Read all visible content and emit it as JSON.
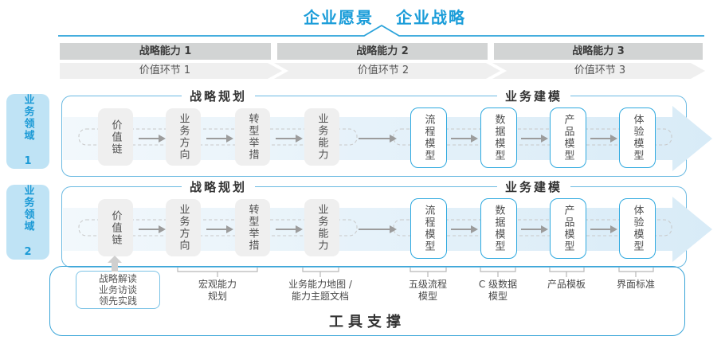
{
  "title": {
    "vision": "企业愿景",
    "strategy": "企业战略"
  },
  "strategic_capabilities": [
    "战略能力 1",
    "战略能力 2",
    "战略能力 3"
  ],
  "value_links": [
    "价值环节 1",
    "价值环节 2",
    "价值环节 3"
  ],
  "business_domains": [
    "业务领域 1",
    "业务领域 2"
  ],
  "rows": {
    "planning_title": "战略规划",
    "modeling_title": "业务建模",
    "planning_boxes": [
      "价值链",
      "业务方向",
      "转型举措",
      "业务能力"
    ],
    "modeling_boxes": [
      "流程模型",
      "数据模型",
      "产品模型",
      "体验模型"
    ]
  },
  "annotations": {
    "inputs_lines": [
      "战略解读",
      "业务访谈",
      "领先实践"
    ],
    "notes": [
      {
        "line1": "宏观能力",
        "line2": "规划"
      },
      {
        "line1": "业务能力地图 /",
        "line2": "能力主题文档"
      },
      {
        "line1": "五级流程",
        "line2": "模型"
      },
      {
        "line1": "C 级数据",
        "line2": "模型"
      },
      {
        "line1": "产品模板",
        "line2": ""
      },
      {
        "line1": "界面标准",
        "line2": ""
      }
    ]
  },
  "footer": {
    "label": "工具支撑"
  },
  "colors": {
    "accent_blue": "#1B9DD9",
    "row_border": "#6BBAE2",
    "tool_border": "#3AA5D8",
    "flow_band_fill": "#DDEEF8",
    "capability_bar_fill": "#D2D4D4",
    "value_band_fill": "#EFEFEF",
    "gray_box_fill": "#EFEFEF",
    "model_box_border": "#2FA9DF",
    "domain_tab_fill": "#BFE3F5",
    "domain_tab_text": "#1B9AD6"
  }
}
